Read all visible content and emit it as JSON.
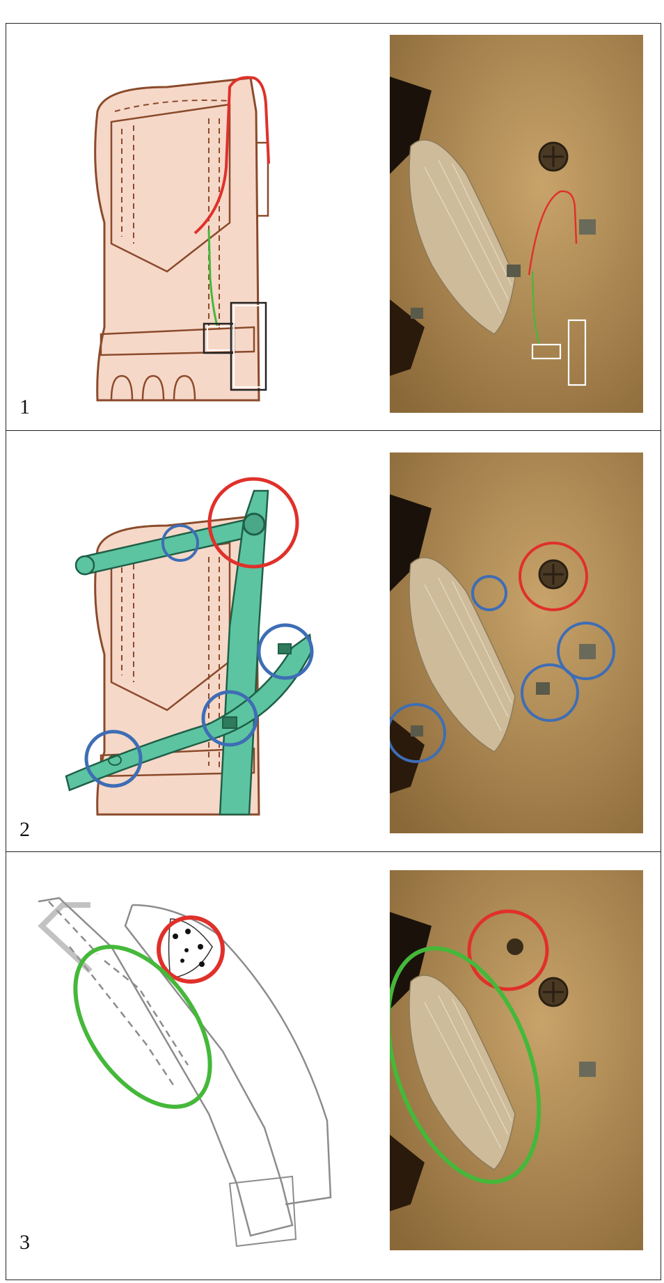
{
  "panels": [
    {
      "number": "1"
    },
    {
      "number": "2"
    },
    {
      "number": "3"
    }
  ],
  "colors": {
    "leather_fill": "#f6d8c9",
    "leather_line": "#8a4a2a",
    "strap_green": "#5cc4a0",
    "marker_red": "#e0302a",
    "marker_blue": "#3e6db5",
    "marker_green": "#45b83a",
    "marker_white": "#ffffff",
    "sketch_grey": "#8c8c8c",
    "photo_sand": "#b48e55",
    "photo_dark": "#1a120a"
  }
}
